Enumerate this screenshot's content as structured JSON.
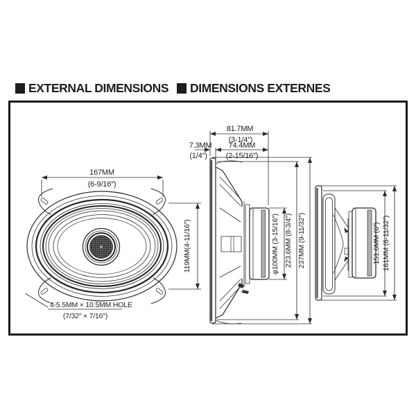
{
  "header": {
    "items": [
      {
        "label": "EXTERNAL DIMENSIONS"
      },
      {
        "label": "DIMENSIONS EXTERNES"
      }
    ]
  },
  "colors": {
    "ink": "#1d1d1d",
    "background": "#ffffff",
    "magnet_shade": "#b0b0b0"
  },
  "drawing": {
    "front_view": {
      "width_mm": "167MM",
      "width_in": "(6-9/16″)",
      "height_label": "119MM(4-11/16″)",
      "hole_note_line1": "4-5.5MM × 10.5MM HOLE",
      "hole_note_line2": "(7/32″ × 7/16″)"
    },
    "side_view_long_axis": {
      "mounting_depth_mm": "81.7MM",
      "mounting_depth_in": "(3-1/4″)",
      "flange_depth_mm": "7.3MM",
      "flange_depth_in": "(1/4″)",
      "body_depth_mm": "74.4MM",
      "body_depth_in": "(2-15/16″)",
      "magnet_diameter_label": "φ100MM (3-15/16″)",
      "cutout_length_label": "223.6MM (8-3/4″)",
      "overall_length_label": "237MM (9-11/32″)"
    },
    "side_view_short_axis": {
      "cutout_width_label": "151.6MM (6″)",
      "overall_width_label": "161MM (6-11/32″)"
    }
  }
}
